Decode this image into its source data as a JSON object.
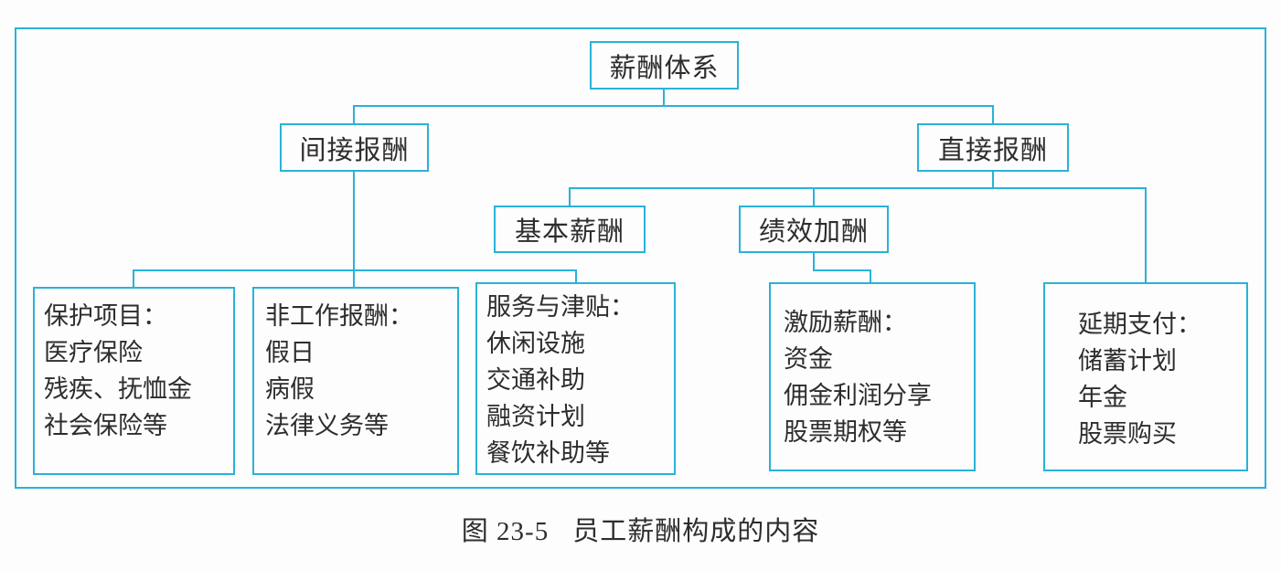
{
  "caption": {
    "number": "图 23-5",
    "title": "员工薪酬构成的内容"
  },
  "colors": {
    "accent": "#29b2d8",
    "text": "#2d2d2d",
    "background": "#fdfdfd"
  },
  "diagram": {
    "root": {
      "label": "薪酬体系",
      "indirect": {
        "label": "间接报酬",
        "protection": {
          "title": "保护项目：",
          "items": [
            "医疗保险",
            "残疾、抚恤金",
            "社会保险等"
          ]
        },
        "non_work": {
          "title": "非工作报酬：",
          "items": [
            "假日",
            "病假",
            "法律义务等"
          ]
        },
        "services": {
          "title": "服务与津贴：",
          "items": [
            "休闲设施",
            "交通补助",
            "融资计划",
            "餐饮补助等"
          ]
        }
      },
      "direct": {
        "label": "直接报酬",
        "base_pay": {
          "label": "基本薪酬"
        },
        "merit_pay": {
          "label": "绩效加酬",
          "incentive": {
            "title": "激励薪酬：",
            "items": [
              "资金",
              "佣金利润分享",
              "股票期权等"
            ]
          }
        },
        "deferred": {
          "title": "延期支付：",
          "items": [
            "储蓄计划",
            "年金",
            "股票购买"
          ]
        }
      }
    }
  }
}
